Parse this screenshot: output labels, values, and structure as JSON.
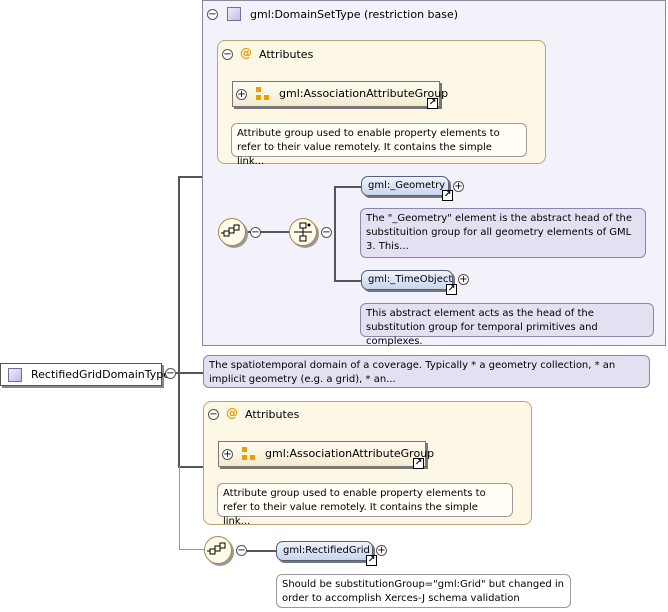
{
  "root": {
    "label": "RectifiedGridDomainType"
  },
  "base": {
    "label": "gml:DomainSetType (restriction base)"
  },
  "attrs1": {
    "title": "Attributes",
    "group": "gml:AssociationAttributeGroup",
    "doc": "Attribute group used to enable property elements to refer to their value remotely. It contains the simple link..."
  },
  "geometry": {
    "label": "gml:_Geometry",
    "doc": "The \"_Geometry\" element is the abstract head of the substituition group for all geometry elements of GML 3. This..."
  },
  "timeobj": {
    "label": "gml:_TimeObject",
    "doc": "This abstract element acts as the head of the substitution group for temporal primitives and complexes."
  },
  "basedoc": "The spatiotemporal domain of a coverage. Typically * a geometry collection, * an implicit geometry (e.g. a grid), * an...",
  "attrs2": {
    "title": "Attributes",
    "group": "gml:AssociationAttributeGroup",
    "doc": "Attribute group used to enable property elements to refer to their value remotely. It contains the simple link..."
  },
  "grid": {
    "label": "gml:RectifiedGrid",
    "doc": "Should be substitutionGroup=\"gml:Grid\" but changed in order to accomplish Xerces-J schema validation"
  },
  "symbols": {
    "minus": "−",
    "plus": "+",
    "at": "@",
    "link": "↗"
  }
}
